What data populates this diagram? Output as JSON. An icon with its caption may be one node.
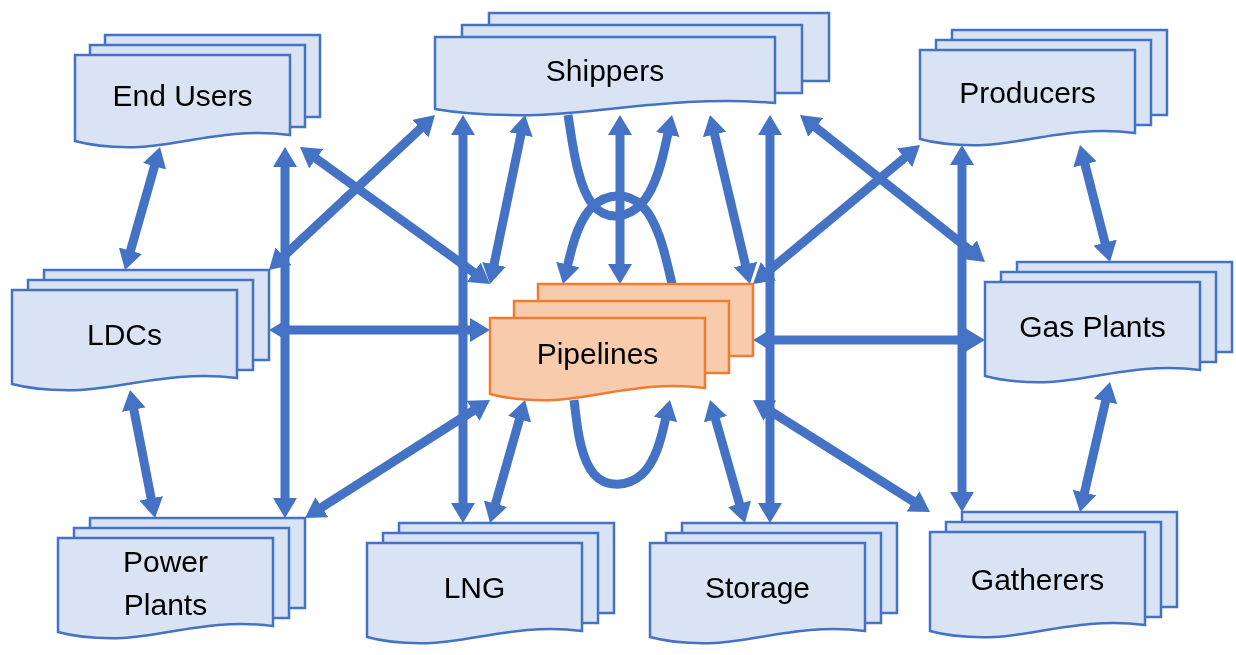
{
  "diagram": {
    "nodes": [
      {
        "text": [
          "End Users"
        ]
      },
      {
        "text": [
          "Shippers"
        ]
      },
      {
        "text": [
          "Producers"
        ]
      },
      {
        "text": [
          "LDCs"
        ]
      },
      {
        "text": [
          "Pipelines"
        ]
      },
      {
        "text": [
          "Gas Plants"
        ]
      },
      {
        "text": [
          "Power Plants"
        ]
      },
      {
        "text": [
          "LNG"
        ]
      },
      {
        "text": [
          "Storage"
        ]
      },
      {
        "text": [
          "Gatherers"
        ]
      }
    ],
    "edges": [
      {
        "from": 0,
        "to": 3,
        "arrow": "both"
      },
      {
        "from": 0,
        "to": 6,
        "arrow": "both"
      },
      {
        "from": 0,
        "to": 4,
        "arrow": "both"
      },
      {
        "from": 1,
        "to": 3,
        "arrow": "both"
      },
      {
        "from": 3,
        "to": 4,
        "arrow": "both"
      },
      {
        "from": 3,
        "to": 6,
        "arrow": "both"
      },
      {
        "from": 6,
        "to": 4,
        "arrow": "both"
      },
      {
        "from": 1,
        "to": 7,
        "arrow": "both"
      },
      {
        "from": 1,
        "to": 4,
        "arrow": "both"
      },
      {
        "from": 1,
        "to": 4,
        "arrow": "both"
      },
      {
        "from": 1,
        "to": 1,
        "arrow": "to"
      },
      {
        "from": 4,
        "to": 4,
        "arrow": "to"
      },
      {
        "from": 4,
        "to": 4,
        "arrow": "to"
      },
      {
        "from": 7,
        "to": 4,
        "arrow": "both"
      },
      {
        "from": 1,
        "to": 4,
        "arrow": "both"
      },
      {
        "from": 1,
        "to": 8,
        "arrow": "both"
      },
      {
        "from": 4,
        "to": 8,
        "arrow": "both"
      },
      {
        "from": 1,
        "to": 5,
        "arrow": "both"
      },
      {
        "from": 2,
        "to": 4,
        "arrow": "both"
      },
      {
        "from": 2,
        "to": 9,
        "arrow": "both"
      },
      {
        "from": 5,
        "to": 4,
        "arrow": "both"
      },
      {
        "from": 9,
        "to": 4,
        "arrow": "both"
      },
      {
        "from": 2,
        "to": 5,
        "arrow": "both"
      },
      {
        "from": 5,
        "to": 9,
        "arrow": "both"
      }
    ]
  }
}
